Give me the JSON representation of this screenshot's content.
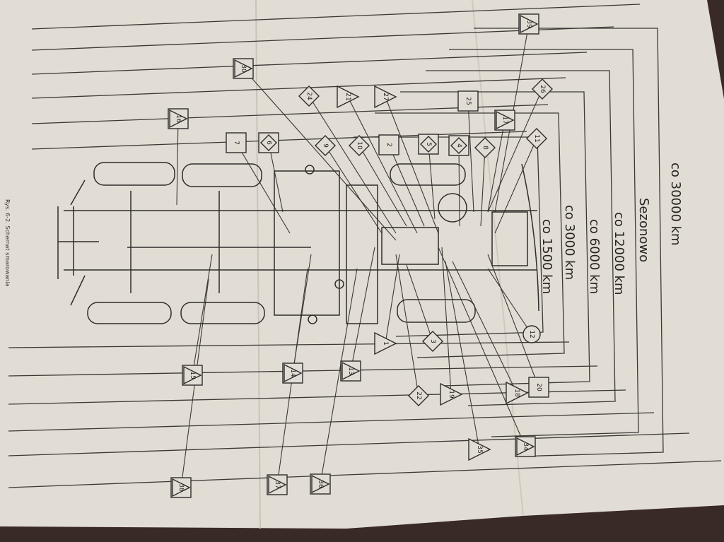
{
  "caption": "Rys. 6-2. Schemat smarowania",
  "intervals": [
    {
      "label": "co 30000 km"
    },
    {
      "label": "Sezonowo"
    },
    {
      "label": "co 12000 km"
    },
    {
      "label": "co 6000 km"
    },
    {
      "label": "co 3000 km"
    },
    {
      "label": "co 1500 km"
    }
  ],
  "markers": [
    {
      "num": "39",
      "shape": "square-triangle"
    },
    {
      "num": "30",
      "shape": "square-triangle"
    },
    {
      "num": "24",
      "shape": "diamond"
    },
    {
      "num": "21",
      "shape": "triangle"
    },
    {
      "num": "27",
      "shape": "triangle"
    },
    {
      "num": "25",
      "shape": "square"
    },
    {
      "num": "26",
      "shape": "diamond"
    },
    {
      "num": "16",
      "shape": "square-triangle"
    },
    {
      "num": "17",
      "shape": "square-triangle"
    },
    {
      "num": "7",
      "shape": "square"
    },
    {
      "num": "6",
      "shape": "square-diamond"
    },
    {
      "num": "9",
      "shape": "diamond"
    },
    {
      "num": "10",
      "shape": "diamond"
    },
    {
      "num": "2",
      "shape": "square"
    },
    {
      "num": "5",
      "shape": "square-diamond"
    },
    {
      "num": "4",
      "shape": "square-diamond"
    },
    {
      "num": "8",
      "shape": "diamond"
    },
    {
      "num": "11",
      "shape": "diamond"
    },
    {
      "num": "1",
      "shape": "triangle"
    },
    {
      "num": "3",
      "shape": "diamond"
    },
    {
      "num": "12",
      "shape": "circle"
    },
    {
      "num": "15",
      "shape": "square-triangle"
    },
    {
      "num": "14",
      "shape": "square-triangle"
    },
    {
      "num": "13",
      "shape": "square-triangle"
    },
    {
      "num": "22",
      "shape": "diamond"
    },
    {
      "num": "19",
      "shape": "triangle"
    },
    {
      "num": "18",
      "shape": "triangle"
    },
    {
      "num": "20",
      "shape": "square"
    },
    {
      "num": "35",
      "shape": "triangle"
    },
    {
      "num": "34",
      "shape": "square-triangle"
    },
    {
      "num": "38",
      "shape": "square-triangle"
    },
    {
      "num": "37",
      "shape": "square-triangle"
    },
    {
      "num": "36",
      "shape": "square-triangle"
    }
  ],
  "colors": {
    "paper": "#e2ddd4",
    "ink": "#2f2c2b",
    "background": "#3a2a26"
  }
}
